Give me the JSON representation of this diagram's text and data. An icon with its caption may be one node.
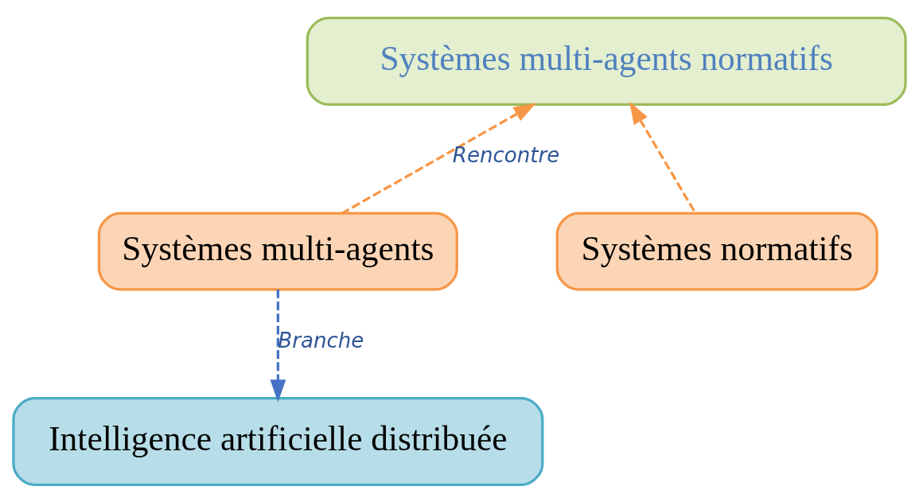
{
  "diagram": {
    "nodes": [
      {
        "text": [
          "Systèmes multi-agents normatifs"
        ]
      },
      {
        "text": [
          "Systèmes multi-agents"
        ]
      },
      {
        "text": [
          "Systèmes normatifs"
        ]
      },
      {
        "text": [
          "Intelligence artificielle distribuée"
        ]
      }
    ],
    "edges": [
      {
        "from": 1,
        "to": 0,
        "arrow": "to",
        "style": "dashed",
        "label": "Rencontre"
      },
      {
        "from": 2,
        "to": 0,
        "arrow": "to",
        "style": "dashed"
      },
      {
        "from": 1,
        "to": 3,
        "arrow": "to",
        "style": "dashed",
        "label": "Branche",
        "color": "#4472c4"
      }
    ]
  }
}
